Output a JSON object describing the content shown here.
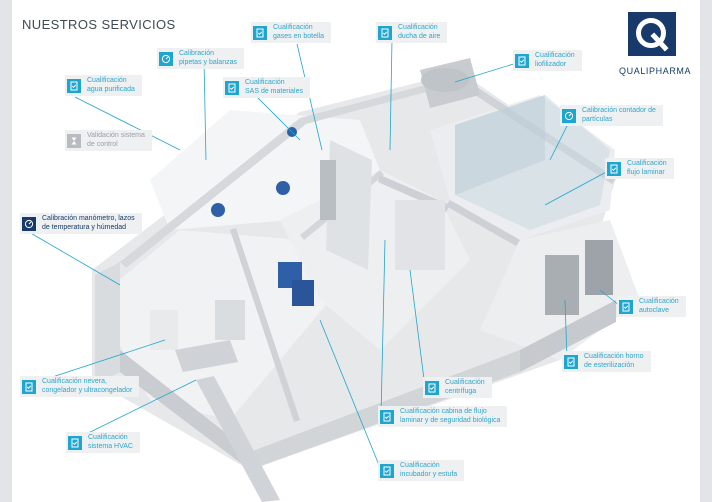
{
  "title": "NUESTROS SERVICIOS",
  "brand": {
    "name": "QUALIPHARMA",
    "color": "#173a6b"
  },
  "colors": {
    "accent": "#1fa6cf",
    "navy": "#173a6b",
    "muted": "#9aa0a6",
    "label_bg": "#eef0f2"
  },
  "labels": [
    {
      "text": "Calibración\npipetas y balanzas",
      "kind": "navy",
      "icon": "gauge-icon"
    },
    {
      "text": "Cualificación\ngases en botella",
      "kind": "accent",
      "icon": "checklist-icon"
    },
    {
      "text": "Cualificación\nducha de aire",
      "kind": "accent",
      "icon": "checklist-icon"
    },
    {
      "text": "Cualificación\nliofilizador",
      "kind": "accent",
      "icon": "checklist-icon"
    },
    {
      "text": "Cualificación\nagua purificada",
      "kind": "accent",
      "icon": "checklist-icon"
    },
    {
      "text": "Cualificación\nSAS de materiales",
      "kind": "accent",
      "icon": "checklist-icon"
    },
    {
      "text": "Calibración contador de\npartículas",
      "kind": "navy",
      "icon": "gauge-icon"
    },
    {
      "text": "Validación sistema\nde control",
      "kind": "grey",
      "icon": "hourglass-icon"
    },
    {
      "text": "Cualificación\nflujo laminar",
      "kind": "accent",
      "icon": "checklist-icon"
    },
    {
      "text": "Calibración manómetro, lazos\nde temperatura y húmedad",
      "kind": "navy",
      "icon": "gauge-icon"
    },
    {
      "text": "Cualificación\nautoclave",
      "kind": "accent",
      "icon": "checklist-icon"
    },
    {
      "text": "Cualificación horno\nde esterilización",
      "kind": "accent",
      "icon": "checklist-icon"
    },
    {
      "text": "Cualificación nevera,\ncongelador y ultracongelador",
      "kind": "accent",
      "icon": "checklist-icon"
    },
    {
      "text": "Cualificación\ncentrífuga",
      "kind": "accent",
      "icon": "checklist-icon"
    },
    {
      "text": "Cualificación cabina de flujo\nlaminar y de seguridad biológica",
      "kind": "accent",
      "icon": "checklist-icon"
    },
    {
      "text": "Cualificación\nsistema HVAC",
      "kind": "accent",
      "icon": "checklist-icon"
    },
    {
      "text": "Cualificación\nincubador y estufa",
      "kind": "accent",
      "icon": "checklist-icon"
    }
  ]
}
